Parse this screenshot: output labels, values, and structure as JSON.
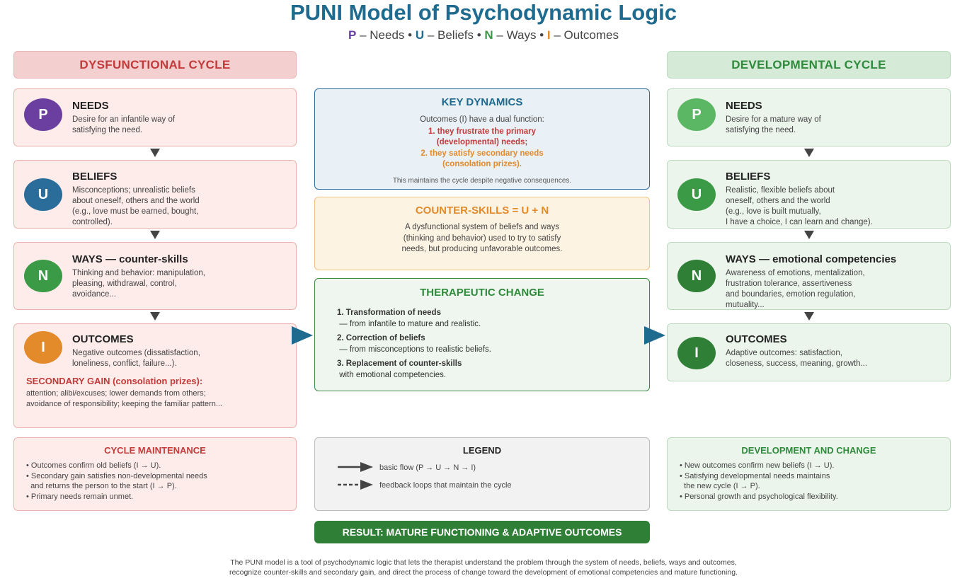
{
  "title": "PUNI Model of Psychodynamic Logic",
  "subtitle": {
    "p": "P",
    "p_text": " – Needs • ",
    "u": "U",
    "u_text": " – Beliefs • ",
    "n": "N",
    "n_text": " – Ways • ",
    "i": "I",
    "i_text": " – Outcomes"
  },
  "left": {
    "header": "DYSFUNCTIONAL CYCLE",
    "needs": {
      "letter": "P",
      "title": "NEEDS",
      "text": "Desire for an infantile way of\nsatisfying the need."
    },
    "beliefs": {
      "letter": "U",
      "title": "BELIEFS",
      "text": "Misconceptions; unrealistic beliefs\nabout oneself, others and the world\n(e.g., love must be earned, bought,\ncontrolled)."
    },
    "ways": {
      "letter": "N",
      "title": "WAYS — counter-skills",
      "text": "Thinking and behavior: manipulation,\npleasing, withdrawal, control,\navoidance..."
    },
    "outcomes": {
      "letter": "I",
      "title": "OUTCOMES",
      "text": "Negative outcomes (dissatisfaction,\nloneliness, conflict, failure...).",
      "secondary_title": "SECONDARY GAIN (consolation prizes):",
      "secondary_text": "attention; alibi/excuses; lower demands from others;\navoidance of responsibility; keeping the familiar pattern..."
    }
  },
  "right": {
    "header": "DEVELOPMENTAL CYCLE",
    "needs": {
      "letter": "P",
      "title": "NEEDS",
      "text": "Desire for a mature way of\nsatisfying the need."
    },
    "beliefs": {
      "letter": "U",
      "title": "BELIEFS",
      "text": "Realistic, flexible beliefs about\noneself, others and the world\n(e.g., love is built mutually,\nI have a choice, I can learn and change)."
    },
    "ways": {
      "letter": "N",
      "title": "WAYS — emotional competencies",
      "text": "Awareness of emotions, mentalization,\nfrustration tolerance, assertiveness\nand boundaries, emotion regulation,\nmutuality..."
    },
    "outcomes": {
      "letter": "I",
      "title": "OUTCOMES",
      "text": "Adaptive outcomes: satisfaction,\ncloseness, success, meaning, growth..."
    }
  },
  "key": {
    "title": "KEY DYNAMICS",
    "intro": "Outcomes (I) have a dual function:",
    "point1": "1. they frustrate the primary\n(developmental) needs;",
    "point2": "2. they satisfy secondary needs\n(consolation prizes).",
    "footer": "This maintains the cycle despite negative consequences."
  },
  "counter": {
    "title": "COUNTER-SKILLS = U + N",
    "text": "A dysfunctional system of beliefs and ways\n(thinking and behavior) used to try to satisfy\nneeds, but producing unfavorable outcomes."
  },
  "therapeutic": {
    "title": "THERAPEUTIC CHANGE",
    "s1_title": "1. Transformation of needs",
    "s1_text": " — from infantile to mature and realistic.",
    "s2_title": "2. Correction of beliefs",
    "s2_text": " — from misconceptions to realistic beliefs.",
    "s3_title": "3. Replacement of counter-skills",
    "s3_text": " with emotional competencies."
  },
  "maintenance": {
    "title": "CYCLE MAINTENANCE",
    "text": "• Outcomes confirm old beliefs (I → U).\n• Secondary gain satisfies non-developmental needs\n  and returns the person to the start (I → P).\n• Primary needs remain unmet."
  },
  "legend": {
    "title": "LEGEND",
    "solid": "basic flow (P → U → N → I)",
    "dashed": "feedback loops that maintain the cycle"
  },
  "development": {
    "title": "DEVELOPMENT AND CHANGE",
    "text": "• New outcomes confirm new beliefs (I → U).\n• Satisfying developmental needs maintains\n  the new cycle (I → P).\n• Personal growth and psychological flexibility."
  },
  "result": "RESULT: MATURE FUNCTIONING & ADAPTIVE OUTCOMES",
  "footer_line1": "The PUNI model is a tool of psychodynamic logic that lets the therapist understand the problem through the system of needs, beliefs, ways and outcomes,",
  "footer_line2": "recognize counter-skills and secondary gain, and direct the process of change toward the development of emotional competencies and mature functioning.",
  "colors": {
    "title": "#1f6a8f",
    "red": "#c23b3b",
    "green": "#2f8a3b",
    "orange": "#e38a2b",
    "purple": "#6b3fa0"
  }
}
